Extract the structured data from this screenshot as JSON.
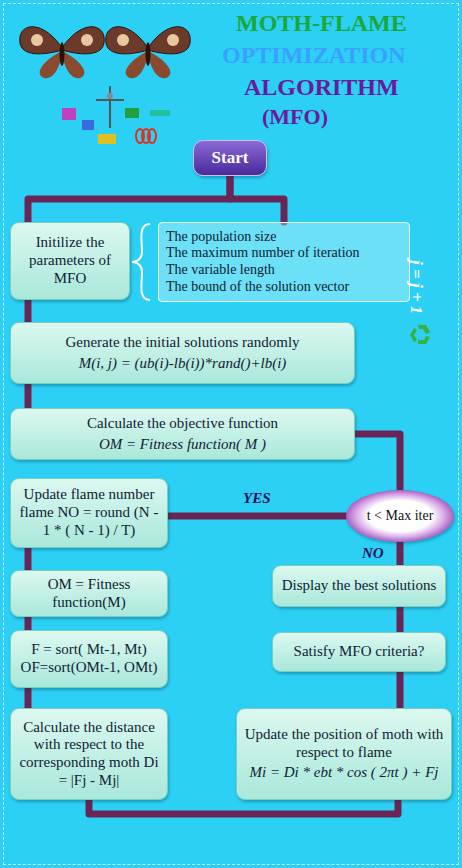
{
  "diagram": {
    "nodes": [
      {
        "text": [
          "Start"
        ]
      },
      {
        "text": [
          "Initilize the parameters of MFO"
        ]
      },
      {
        "text": [
          "The population size",
          "The maximum number of iteration",
          "The variable length",
          "The bound of the solution vector"
        ]
      },
      {
        "text": [
          "Generate the initial solutions randomly",
          "M(i, j) = (ub(i)-lb(i))*rand()+lb(i)"
        ]
      },
      {
        "text": [
          "Calculate the objective function",
          "OM = Fitness function( M )"
        ]
      },
      {
        "text": [
          "t < Max iter"
        ]
      },
      {
        "text": [
          "Update flame number flame NO = round (N - 1 * ( N - 1) / T)"
        ]
      },
      {
        "text": [
          "OM = Fitness function(M)"
        ]
      },
      {
        "text": [
          "Display the best solutions"
        ]
      },
      {
        "text": [
          "F = sort( Mt-1, Mt)",
          "OF=sort(OMt-1, OMt)"
        ]
      },
      {
        "text": [
          "Satisfy MFO criteria?"
        ]
      },
      {
        "text": [
          "Calculate the distance with respect to the corresponding moth Di = |Fj - Mj|"
        ]
      },
      {
        "text": [
          "Update the position of moth with respect to flame",
          "Mi = Di * ebt * cos ( 2πt ) + Fj"
        ]
      }
    ],
    "edges": [
      {
        "from": 0,
        "to": 1,
        "arrow": "none"
      },
      {
        "from": 0,
        "to": 2,
        "arrow": "none"
      },
      {
        "from": 1,
        "to": 3,
        "arrow": "none"
      },
      {
        "from": 3,
        "to": 4,
        "arrow": "none"
      },
      {
        "from": 4,
        "to": 5,
        "arrow": "none"
      },
      {
        "from": 5,
        "to": 6,
        "label": "YES",
        "arrow": "none"
      },
      {
        "from": 5,
        "to": 8,
        "label": "NO",
        "arrow": "none"
      },
      {
        "from": 6,
        "to": 7,
        "arrow": "none"
      },
      {
        "from": 7,
        "to": 9,
        "arrow": "none"
      },
      {
        "from": 9,
        "to": 11,
        "arrow": "none"
      },
      {
        "from": 11,
        "to": 12,
        "arrow": "none"
      },
      {
        "from": 12,
        "to": 10,
        "arrow": "none"
      },
      {
        "from": 10,
        "to": 8,
        "arrow": "none"
      }
    ],
    "labels": [
      "MOTH-FLAME",
      "OPTIMIZATION",
      "ALGORITHM",
      "(MFO)",
      "j = j + 1"
    ]
  }
}
